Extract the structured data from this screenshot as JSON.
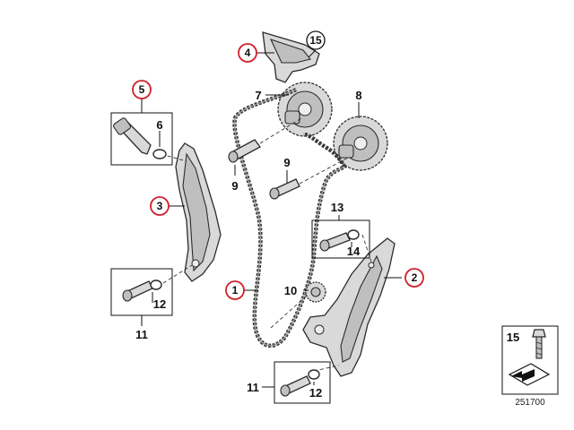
{
  "labels": {
    "p1": "1",
    "p2": "2",
    "p3": "3",
    "p4": "4",
    "p5": "5",
    "p6": "6",
    "p7": "7",
    "p8": "8",
    "p9a": "9",
    "p9b": "9",
    "p10": "10",
    "p11a": "11",
    "p11b": "11",
    "p12a": "12",
    "p12b": "12",
    "p13": "13",
    "p14": "14",
    "p15a": "15",
    "p15b": "15"
  },
  "reference_number": "251700",
  "colors": {
    "highlight": "#d0202a",
    "line": "#111111",
    "part_fill": "#d9d9d9"
  }
}
